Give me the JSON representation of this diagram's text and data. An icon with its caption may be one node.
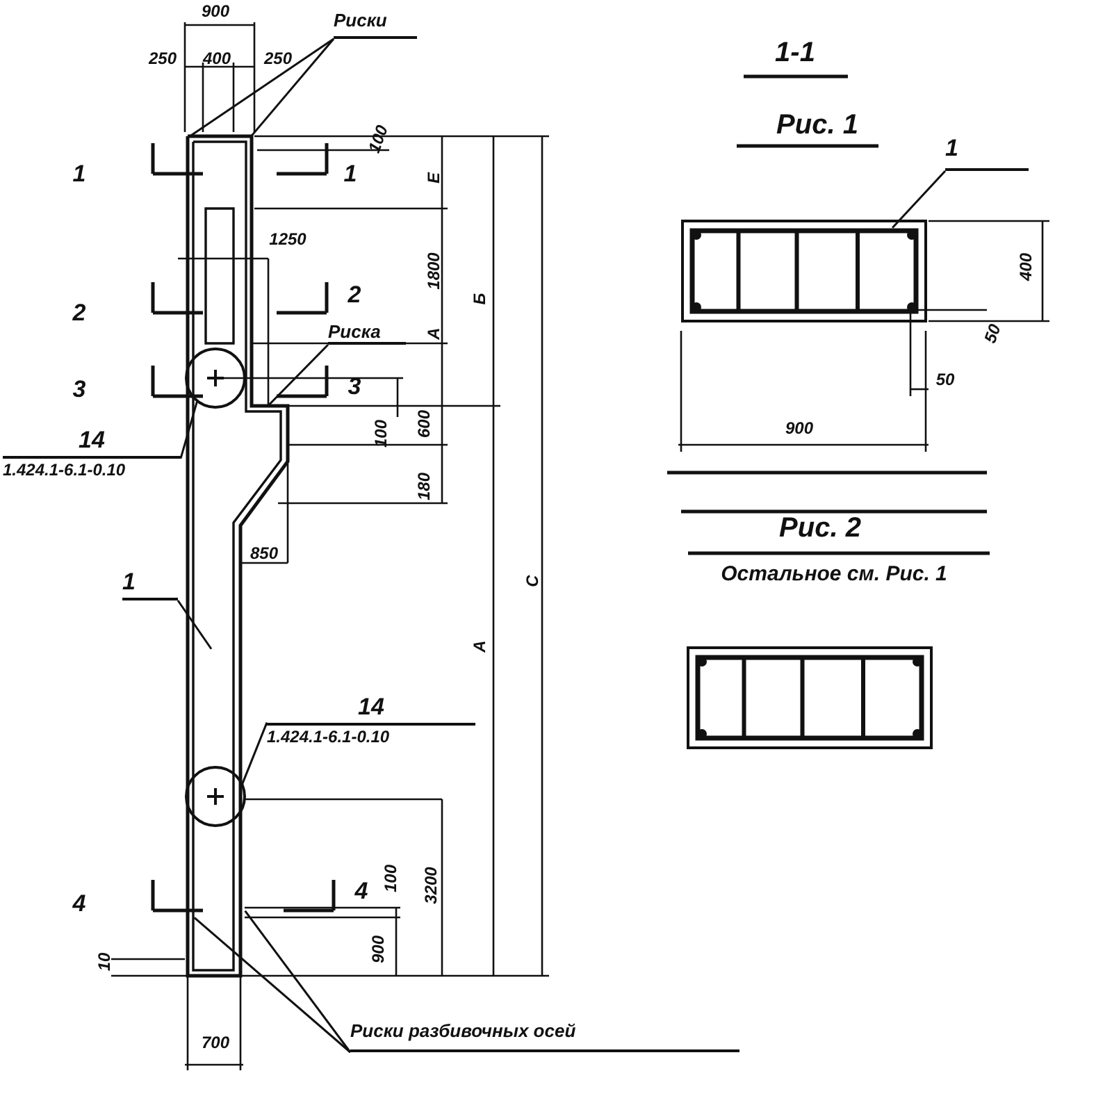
{
  "diagram": {
    "nodes": [
      {
        "text": [
          "Риски"
        ]
      },
      {
        "text": [
          "Риска"
        ]
      },
      {
        "text": [
          "14",
          "1.424.1-6.1-0.10"
        ]
      },
      {
        "text": [],
        "shape": "circle",
        "in": 9
      },
      {
        "text": [
          "1"
        ]
      },
      {
        "text": [
          "14",
          "1.424.1-6.1-0.10"
        ]
      },
      {
        "text": [],
        "shape": "circle",
        "in": 9
      },
      {
        "text": [
          "Риски разбивочных осей"
        ]
      },
      {
        "text": [
          "1"
        ]
      },
      {
        "text": [],
        "shape": "picture"
      },
      {
        "text": [],
        "shape": "picture"
      }
    ],
    "edges": [
      {
        "from": 0,
        "to": 9,
        "arrow": "none"
      },
      {
        "from": 0,
        "to": 9,
        "arrow": "none"
      },
      {
        "from": 1,
        "to": 9,
        "arrow": "none"
      },
      {
        "from": 2,
        "to": 3,
        "arrow": "none"
      },
      {
        "from": 4,
        "to": 9,
        "arrow": "none"
      },
      {
        "from": 5,
        "to": 6,
        "arrow": "none"
      },
      {
        "from": 7,
        "to": 9,
        "arrow": "none"
      },
      {
        "from": 7,
        "to": 9,
        "arrow": "none"
      },
      {
        "from": 8,
        "to": 10,
        "arrow": "none"
      }
    ],
    "labels": [
      "900",
      "250",
      "400",
      "250",
      "1-1",
      "100",
      "Рис. 1",
      "1",
      "1",
      "Е",
      "1250",
      "1800",
      "Б",
      "400",
      "2",
      "2",
      "А",
      "3",
      "3",
      "50",
      "100",
      "600",
      "50",
      "900",
      "180",
      "Рис. 2",
      "850",
      "Остальное см. Рис. 1",
      "А",
      "С",
      "100",
      "3200",
      "4",
      "4",
      "900",
      "10",
      "700"
    ]
  }
}
